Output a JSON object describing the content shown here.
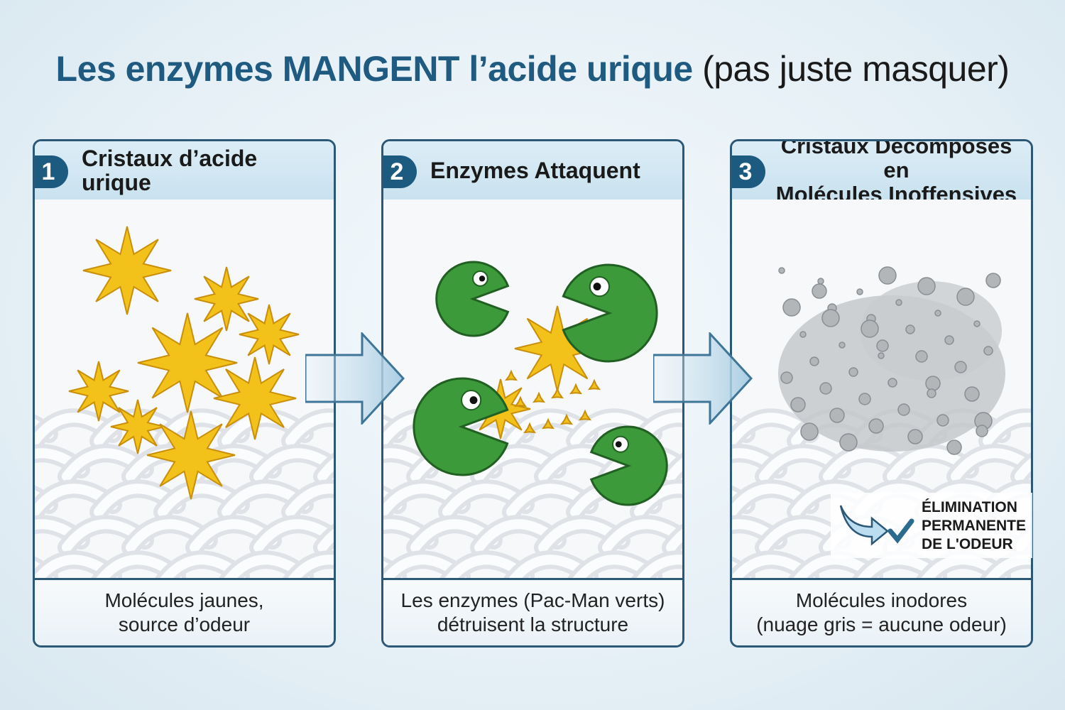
{
  "title": {
    "strong": "Les enzymes MANGENT l’acide urique",
    "light": "(pas juste masquer)"
  },
  "panels": [
    {
      "number": "1",
      "heading": "Cristaux d’acide urique",
      "caption_line1": "Molécules jaunes,",
      "caption_line2": "source d’odeur"
    },
    {
      "number": "2",
      "heading": "Enzymes Attaquent",
      "caption_line1": "Les enzymes (Pac-Man verts)",
      "caption_line2": "détruisent la structure"
    },
    {
      "number": "3",
      "heading_line1": "Cristaux Décomposés en",
      "heading_line2": "Molécules Inoffensives",
      "caption_line1": "Molécules inodores",
      "caption_line2": "(nuage gris = aucune odeur)"
    }
  ],
  "badge": {
    "line1": "ÉLIMINATION",
    "line2": "PERMANENTE",
    "line3": "DE L'ODEUR",
    "icon": "checkmark-icon"
  },
  "colors": {
    "accent": "#1f5a80",
    "border": "#2c5877",
    "crystal": "#f2c21b",
    "enzyme": "#3c9a3a",
    "cloud": "#a9adb0"
  }
}
